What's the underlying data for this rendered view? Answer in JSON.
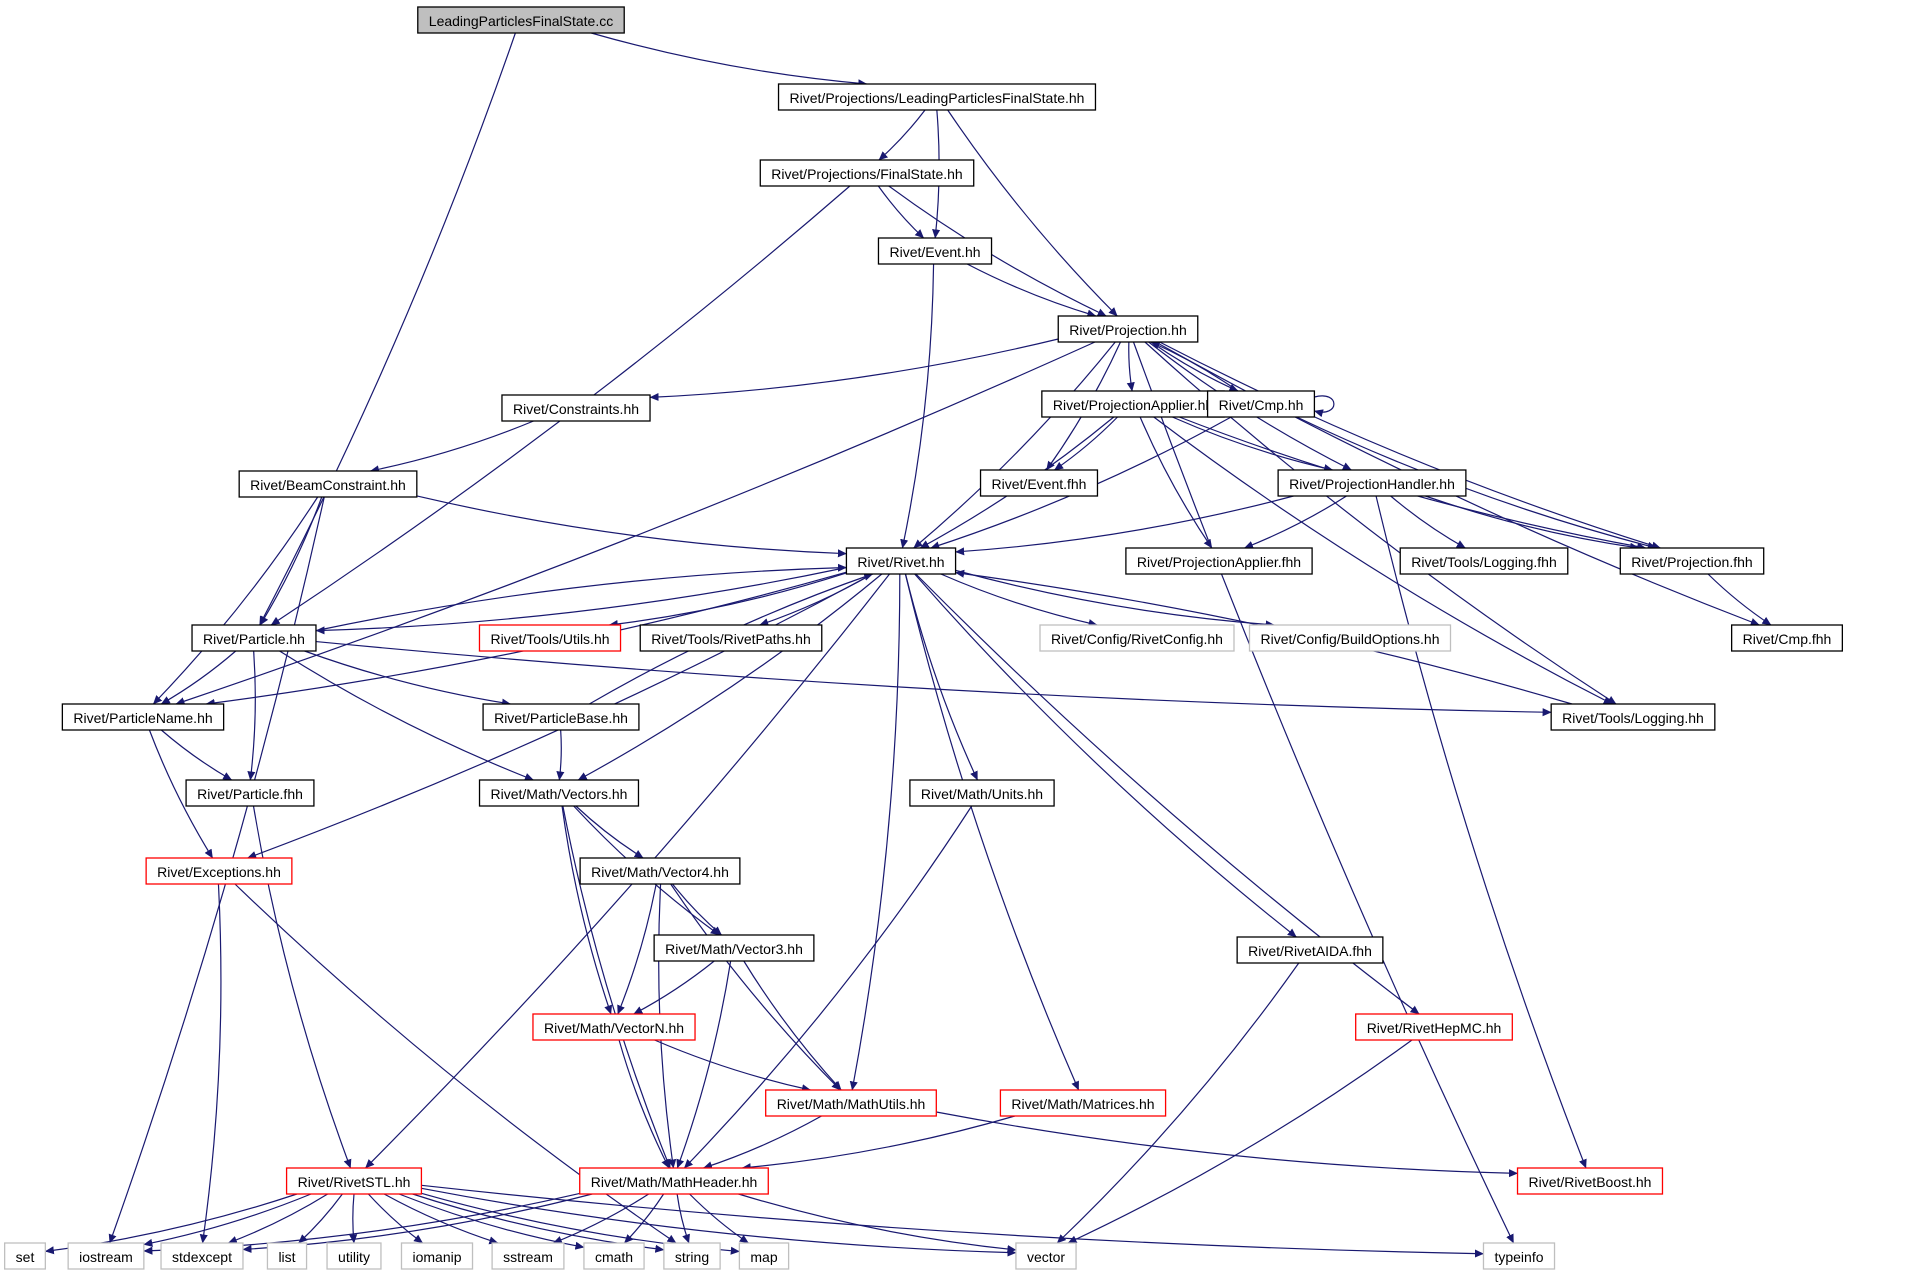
{
  "colors": {
    "edge": "#191970",
    "node_border_normal": "#000000",
    "node_border_truncated": "#ff0000",
    "node_border_external": "#bfbfbf",
    "root_fill": "#bfbfbf",
    "node_fill": "#ffffff"
  },
  "nodes": [
    {
      "id": "lpfs_cc",
      "label": "LeadingParticlesFinalState.cc",
      "kind": "root"
    },
    {
      "id": "lpfs_hh",
      "label": "Rivet/Projections/LeadingParticlesFinalState.hh",
      "kind": "normal"
    },
    {
      "id": "fs_hh",
      "label": "Rivet/Projections/FinalState.hh",
      "kind": "normal"
    },
    {
      "id": "event_hh",
      "label": "Rivet/Event.hh",
      "kind": "normal"
    },
    {
      "id": "projection_hh",
      "label": "Rivet/Projection.hh",
      "kind": "normal"
    },
    {
      "id": "constraints_hh",
      "label": "Rivet/Constraints.hh",
      "kind": "normal"
    },
    {
      "id": "projapplier_hh",
      "label": "Rivet/ProjectionApplier.hh",
      "kind": "normal"
    },
    {
      "id": "cmp_hh",
      "label": "Rivet/Cmp.hh",
      "kind": "normal"
    },
    {
      "id": "beamconstraint_hh",
      "label": "Rivet/BeamConstraint.hh",
      "kind": "normal"
    },
    {
      "id": "event_fhh",
      "label": "Rivet/Event.fhh",
      "kind": "normal"
    },
    {
      "id": "projhandler_hh",
      "label": "Rivet/ProjectionHandler.hh",
      "kind": "normal"
    },
    {
      "id": "rivet_hh",
      "label": "Rivet/Rivet.hh",
      "kind": "normal"
    },
    {
      "id": "projapplier_fhh",
      "label": "Rivet/ProjectionApplier.fhh",
      "kind": "normal"
    },
    {
      "id": "logging_fhh",
      "label": "Rivet/Tools/Logging.fhh",
      "kind": "normal"
    },
    {
      "id": "projection_fhh",
      "label": "Rivet/Projection.fhh",
      "kind": "normal"
    },
    {
      "id": "particle_hh",
      "label": "Rivet/Particle.hh",
      "kind": "normal"
    },
    {
      "id": "utils_hh",
      "label": "Rivet/Tools/Utils.hh",
      "kind": "truncated"
    },
    {
      "id": "rivetpaths_hh",
      "label": "Rivet/Tools/RivetPaths.hh",
      "kind": "normal"
    },
    {
      "id": "rivetconfig_hh",
      "label": "Rivet/Config/RivetConfig.hh",
      "kind": "external"
    },
    {
      "id": "buildoptions_hh",
      "label": "Rivet/Config/BuildOptions.hh",
      "kind": "external"
    },
    {
      "id": "cmp_fhh",
      "label": "Rivet/Cmp.fhh",
      "kind": "normal"
    },
    {
      "id": "particlename_hh",
      "label": "Rivet/ParticleName.hh",
      "kind": "normal"
    },
    {
      "id": "particlebase_hh",
      "label": "Rivet/ParticleBase.hh",
      "kind": "normal"
    },
    {
      "id": "logging_hh",
      "label": "Rivet/Tools/Logging.hh",
      "kind": "normal"
    },
    {
      "id": "particle_fhh",
      "label": "Rivet/Particle.fhh",
      "kind": "normal"
    },
    {
      "id": "vectors_hh",
      "label": "Rivet/Math/Vectors.hh",
      "kind": "normal"
    },
    {
      "id": "units_hh",
      "label": "Rivet/Math/Units.hh",
      "kind": "normal"
    },
    {
      "id": "exceptions_hh",
      "label": "Rivet/Exceptions.hh",
      "kind": "truncated"
    },
    {
      "id": "vector4_hh",
      "label": "Rivet/Math/Vector4.hh",
      "kind": "normal"
    },
    {
      "id": "vector3_hh",
      "label": "Rivet/Math/Vector3.hh",
      "kind": "normal"
    },
    {
      "id": "rivetaida_fhh",
      "label": "Rivet/RivetAIDA.fhh",
      "kind": "normal"
    },
    {
      "id": "vectorn_hh",
      "label": "Rivet/Math/VectorN.hh",
      "kind": "truncated"
    },
    {
      "id": "rivethepmc_hh",
      "label": "Rivet/RivetHepMC.hh",
      "kind": "truncated"
    },
    {
      "id": "mathutils_hh",
      "label": "Rivet/Math/MathUtils.hh",
      "kind": "truncated"
    },
    {
      "id": "matrices_hh",
      "label": "Rivet/Math/Matrices.hh",
      "kind": "truncated"
    },
    {
      "id": "rivetstl_hh",
      "label": "Rivet/RivetSTL.hh",
      "kind": "truncated"
    },
    {
      "id": "mathheader_hh",
      "label": "Rivet/Math/MathHeader.hh",
      "kind": "truncated"
    },
    {
      "id": "rivetboost_hh",
      "label": "Rivet/RivetBoost.hh",
      "kind": "truncated"
    },
    {
      "id": "set",
      "label": "set",
      "kind": "external"
    },
    {
      "id": "iostream",
      "label": "iostream",
      "kind": "external"
    },
    {
      "id": "stdexcept",
      "label": "stdexcept",
      "kind": "external"
    },
    {
      "id": "list",
      "label": "list",
      "kind": "external"
    },
    {
      "id": "utility",
      "label": "utility",
      "kind": "external"
    },
    {
      "id": "iomanip",
      "label": "iomanip",
      "kind": "external"
    },
    {
      "id": "sstream",
      "label": "sstream",
      "kind": "external"
    },
    {
      "id": "cmath",
      "label": "cmath",
      "kind": "external"
    },
    {
      "id": "string",
      "label": "string",
      "kind": "external"
    },
    {
      "id": "map",
      "label": "map",
      "kind": "external"
    },
    {
      "id": "vector",
      "label": "vector",
      "kind": "external"
    },
    {
      "id": "typeinfo",
      "label": "typeinfo",
      "kind": "external"
    }
  ],
  "edges": [
    [
      "lpfs_cc",
      "lpfs_hh"
    ],
    [
      "lpfs_cc",
      "particle_hh"
    ],
    [
      "lpfs_hh",
      "fs_hh"
    ],
    [
      "lpfs_hh",
      "event_hh"
    ],
    [
      "lpfs_hh",
      "projection_hh"
    ],
    [
      "fs_hh",
      "event_hh"
    ],
    [
      "fs_hh",
      "projection_hh"
    ],
    [
      "fs_hh",
      "particle_hh"
    ],
    [
      "event_hh",
      "projection_hh"
    ],
    [
      "event_hh",
      "rivet_hh"
    ],
    [
      "projection_hh",
      "constraints_hh"
    ],
    [
      "projection_hh",
      "projapplier_hh"
    ],
    [
      "projection_hh",
      "cmp_hh"
    ],
    [
      "projection_hh",
      "event_fhh"
    ],
    [
      "projection_hh",
      "projhandler_hh"
    ],
    [
      "projection_hh",
      "rivet_hh"
    ],
    [
      "projection_hh",
      "projection_fhh"
    ],
    [
      "projection_hh",
      "cmp_fhh"
    ],
    [
      "projection_hh",
      "logging_hh"
    ],
    [
      "projection_hh",
      "particlename_hh"
    ],
    [
      "projection_hh",
      "typeinfo"
    ],
    [
      "cmp_hh",
      "projection_hh"
    ],
    [
      "cmp_hh",
      "cmp_hh"
    ],
    [
      "cmp_hh",
      "rivet_hh"
    ],
    [
      "cmp_hh",
      "projection_fhh"
    ],
    [
      "constraints_hh",
      "beamconstraint_hh"
    ],
    [
      "beamconstraint_hh",
      "rivet_hh"
    ],
    [
      "beamconstraint_hh",
      "particle_hh"
    ],
    [
      "beamconstraint_hh",
      "particlename_hh"
    ],
    [
      "beamconstraint_hh",
      "iostream"
    ],
    [
      "projapplier_hh",
      "event_fhh"
    ],
    [
      "projapplier_hh",
      "projhandler_hh"
    ],
    [
      "projapplier_hh",
      "rivet_hh"
    ],
    [
      "projapplier_hh",
      "projapplier_fhh"
    ],
    [
      "projapplier_hh",
      "logging_hh"
    ],
    [
      "projapplier_hh",
      "projection_fhh"
    ],
    [
      "projhandler_hh",
      "rivet_hh"
    ],
    [
      "projhandler_hh",
      "projapplier_fhh"
    ],
    [
      "projhandler_hh",
      "logging_fhh"
    ],
    [
      "projhandler_hh",
      "projection_fhh"
    ],
    [
      "projhandler_hh",
      "rivetboost_hh"
    ],
    [
      "projection_fhh",
      "cmp_fhh"
    ],
    [
      "rivet_hh",
      "particle_hh"
    ],
    [
      "rivet_hh",
      "utils_hh"
    ],
    [
      "rivet_hh",
      "rivetpaths_hh"
    ],
    [
      "rivet_hh",
      "rivetconfig_hh"
    ],
    [
      "rivet_hh",
      "buildoptions_hh"
    ],
    [
      "rivet_hh",
      "vectors_hh"
    ],
    [
      "rivet_hh",
      "units_hh"
    ],
    [
      "rivet_hh",
      "mathutils_hh"
    ],
    [
      "rivet_hh",
      "matrices_hh"
    ],
    [
      "rivet_hh",
      "rivetaida_fhh"
    ],
    [
      "rivet_hh",
      "rivethepmc_hh"
    ],
    [
      "rivet_hh",
      "rivetstl_hh"
    ],
    [
      "rivet_hh",
      "exceptions_hh"
    ],
    [
      "rivet_hh",
      "particlename_hh"
    ],
    [
      "particle_hh",
      "rivet_hh"
    ],
    [
      "particlebase_hh",
      "rivet_hh"
    ],
    [
      "logging_hh",
      "rivet_hh"
    ],
    [
      "particle_hh",
      "particlename_hh"
    ],
    [
      "particle_hh",
      "particle_fhh"
    ],
    [
      "particle_hh",
      "particlebase_hh"
    ],
    [
      "particle_hh",
      "vectors_hh"
    ],
    [
      "particle_hh",
      "logging_hh"
    ],
    [
      "particlename_hh",
      "particle_fhh"
    ],
    [
      "particlename_hh",
      "exceptions_hh"
    ],
    [
      "particle_fhh",
      "rivetstl_hh"
    ],
    [
      "particlebase_hh",
      "vectors_hh"
    ],
    [
      "vectors_hh",
      "vector4_hh"
    ],
    [
      "vectors_hh",
      "vector3_hh"
    ],
    [
      "vectors_hh",
      "vectorn_hh"
    ],
    [
      "vectors_hh",
      "mathheader_hh"
    ],
    [
      "vector4_hh",
      "vector3_hh"
    ],
    [
      "vector4_hh",
      "vectorn_hh"
    ],
    [
      "vector4_hh",
      "mathutils_hh"
    ],
    [
      "vector4_hh",
      "mathheader_hh"
    ],
    [
      "vector3_hh",
      "vectorn_hh"
    ],
    [
      "vector3_hh",
      "mathutils_hh"
    ],
    [
      "vector3_hh",
      "mathheader_hh"
    ],
    [
      "vectorn_hh",
      "mathutils_hh"
    ],
    [
      "vectorn_hh",
      "mathheader_hh"
    ],
    [
      "mathutils_hh",
      "mathheader_hh"
    ],
    [
      "mathutils_hh",
      "rivetboost_hh"
    ],
    [
      "matrices_hh",
      "mathheader_hh"
    ],
    [
      "units_hh",
      "mathheader_hh"
    ],
    [
      "exceptions_hh",
      "stdexcept"
    ],
    [
      "exceptions_hh",
      "string"
    ],
    [
      "rivetaida_fhh",
      "vector"
    ],
    [
      "rivethepmc_hh",
      "vector"
    ],
    [
      "rivetstl_hh",
      "set"
    ],
    [
      "rivetstl_hh",
      "iostream"
    ],
    [
      "rivetstl_hh",
      "stdexcept"
    ],
    [
      "rivetstl_hh",
      "list"
    ],
    [
      "rivetstl_hh",
      "utility"
    ],
    [
      "rivetstl_hh",
      "iomanip"
    ],
    [
      "rivetstl_hh",
      "sstream"
    ],
    [
      "rivetstl_hh",
      "cmath"
    ],
    [
      "rivetstl_hh",
      "string"
    ],
    [
      "rivetstl_hh",
      "map"
    ],
    [
      "rivetstl_hh",
      "vector"
    ],
    [
      "rivetstl_hh",
      "typeinfo"
    ],
    [
      "mathheader_hh",
      "iostream"
    ],
    [
      "mathheader_hh",
      "stdexcept"
    ],
    [
      "mathheader_hh",
      "sstream"
    ],
    [
      "mathheader_hh",
      "cmath"
    ],
    [
      "mathheader_hh",
      "string"
    ],
    [
      "mathheader_hh",
      "map"
    ],
    [
      "mathheader_hh",
      "vector"
    ]
  ]
}
